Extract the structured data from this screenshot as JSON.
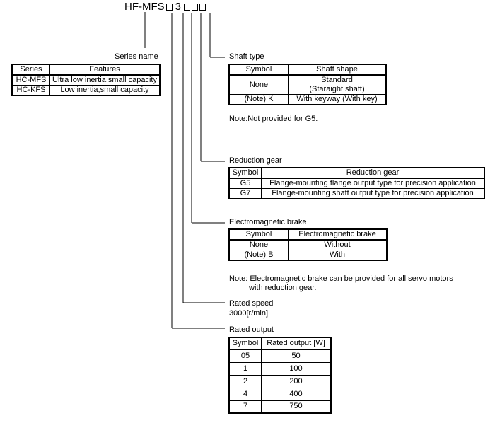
{
  "model": {
    "prefix": "HF-MFS",
    "digit": "3"
  },
  "series": {
    "label": "Series name",
    "headers": [
      "Series",
      "Features"
    ],
    "rows": [
      [
        "HC-MFS",
        "Ultra low inertia,small capacity"
      ],
      [
        "HC-KFS",
        "Low inertia,small capacity"
      ]
    ]
  },
  "shaft": {
    "label": "Shaft type",
    "headers": [
      "Symbol",
      "Shaft shape"
    ],
    "rows": [
      [
        "None",
        "Standard",
        "(Staraight shaft)"
      ],
      [
        "(Note) K",
        "With keyway (With key)"
      ]
    ],
    "note": "Note:Not provided for G5."
  },
  "reduction": {
    "label": "Reduction gear",
    "headers": [
      "Symbol",
      "Reduction gear"
    ],
    "rows": [
      [
        "G5",
        "Flange-mounting flange output type for precision application"
      ],
      [
        "G7",
        "Flange-mounting shaft output type for precision application"
      ]
    ]
  },
  "brake": {
    "label": "Electromagnetic brake",
    "headers": [
      "Symbol",
      "Electromagnetic brake"
    ],
    "rows": [
      [
        "None",
        "Without"
      ],
      [
        "(Note) B",
        "With"
      ]
    ],
    "note1": "Note: Electromagnetic brake can be provided for all servo motors",
    "note2": "with reduction gear."
  },
  "speed": {
    "label": "Rated speed",
    "value": "3000[r/min]"
  },
  "output": {
    "label": "Rated output",
    "headers": [
      "Symbol",
      "Rated output [W]"
    ],
    "rows": [
      [
        "05",
        "50"
      ],
      [
        "1",
        "100"
      ],
      [
        "2",
        "200"
      ],
      [
        "4",
        "400"
      ],
      [
        "7",
        "750"
      ]
    ]
  }
}
